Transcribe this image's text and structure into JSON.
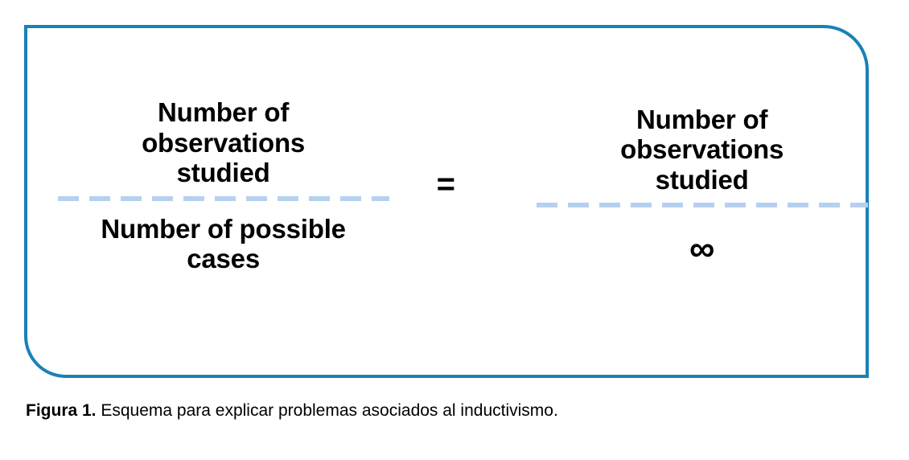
{
  "figure": {
    "frame_color": "#1a81b5",
    "bar_color": "#b6d1ef",
    "text_color": "#000000",
    "equals_symbol": "=",
    "left_fraction": {
      "numerator_line1": "Number of",
      "numerator_line2": "observations",
      "numerator_line3": "studied",
      "denominator_line1": "Number of possible",
      "denominator_line2": "cases"
    },
    "right_fraction": {
      "numerator_line1": "Number of",
      "numerator_line2": "observations",
      "numerator_line3": "studied",
      "denominator_symbol": "∞"
    }
  },
  "caption": {
    "label": "Figura 1.",
    "text": " Esquema para explicar problemas asociados al inductivismo."
  }
}
